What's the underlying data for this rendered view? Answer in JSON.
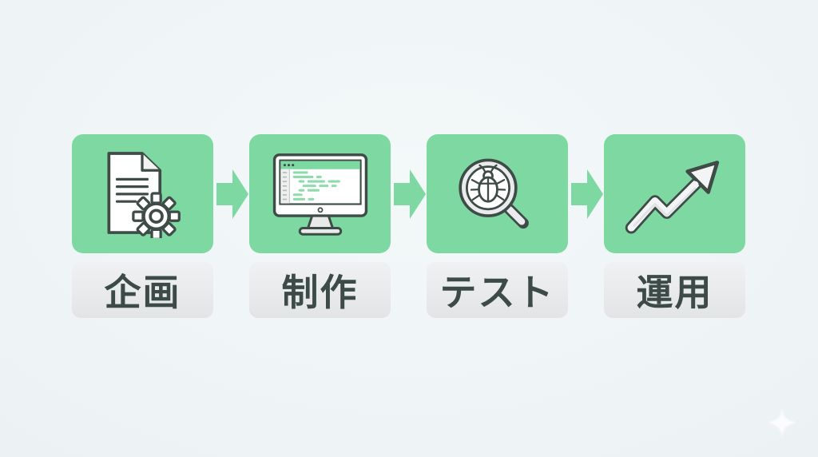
{
  "diagram": {
    "name": "development-process-flow",
    "steps": [
      {
        "label": "企画",
        "icon": "document-gear-icon"
      },
      {
        "label": "制作",
        "icon": "monitor-code-icon"
      },
      {
        "label": "テスト",
        "icon": "bug-magnifier-icon"
      },
      {
        "label": "運用",
        "icon": "trend-up-arrow-icon"
      }
    ],
    "connector_icon": "right-arrow-icon",
    "decoration": "sparkle-icon"
  },
  "colors": {
    "card_green": "#7ed8a1",
    "arrow_green": "#7ed8a1",
    "outline_dark": "#3e4b47",
    "icon_fill_white": "#ffffff",
    "label_background": "#e7e9eb",
    "label_text": "#3c4a48",
    "code_line_green": "#8edcac",
    "magnifier_ring_gray": "#e9ebec",
    "background_light": "#eef4f6"
  }
}
